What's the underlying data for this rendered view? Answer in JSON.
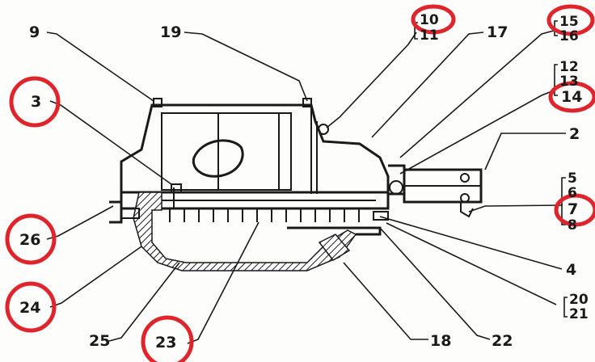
{
  "colors": {
    "ink": "#1a1a1a",
    "highlight": "#e0242b",
    "paper": "#fdfdfb"
  },
  "callouts": {
    "c9": "9",
    "c19": "19",
    "c10": "10",
    "c11": "11",
    "c17_top": "17",
    "c15": "15",
    "c16": "16",
    "c12": "12",
    "c13": "13",
    "c14": "14",
    "c3": "3",
    "c2": "2",
    "c5": "5",
    "c6": "6",
    "c7": "7",
    "c8": "8",
    "c26": "26",
    "c4": "4",
    "c24": "24",
    "c20": "20",
    "c21": "21",
    "c25": "25",
    "c23": "23",
    "c18": "18",
    "c22": "22"
  },
  "highlighted": [
    "10",
    "15",
    "14",
    "3",
    "7",
    "26",
    "24",
    "23"
  ]
}
